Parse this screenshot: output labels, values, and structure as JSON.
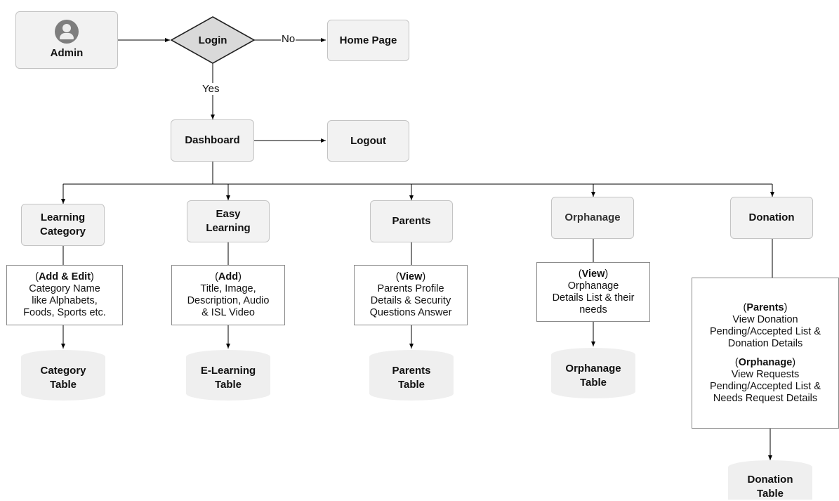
{
  "admin": {
    "label": "Admin",
    "icon": "user-avatar-icon"
  },
  "decision": {
    "label": "Login",
    "no_label": "No",
    "yes_label": "Yes"
  },
  "home": {
    "label": "Home Page"
  },
  "dashboard": {
    "label": "Dashboard"
  },
  "logout": {
    "label": "Logout"
  },
  "modules": {
    "learning_category": {
      "name": [
        "Learning",
        "Category"
      ],
      "action": "Add & Edit",
      "details": [
        "Category Name",
        "like Alphabets,",
        "Foods, Sports etc."
      ],
      "table": [
        "Category",
        "Table"
      ]
    },
    "easy_learning": {
      "name": [
        "Easy",
        "Learning"
      ],
      "action": "Add",
      "details": [
        "Title, Image,",
        "Description, Audio",
        "& ISL Video"
      ],
      "table": [
        "E-Learning",
        "Table"
      ]
    },
    "parents": {
      "name": [
        "Parents"
      ],
      "action": "View",
      "details": [
        "Parents Profile",
        "Details & Security",
        "Questions Answer"
      ],
      "table": [
        "Parents",
        "Table"
      ]
    },
    "orphanage": {
      "name": [
        "Orphanage"
      ],
      "action": "View",
      "details": [
        "Orphanage",
        "Details List & their",
        "needs"
      ],
      "table": [
        "Orphanage",
        "Table"
      ]
    },
    "donation": {
      "name": [
        "Donation"
      ],
      "parents_action": "Parents",
      "parents_details": [
        "View Donation",
        "Pending/Accepted List &",
        "Donation Details"
      ],
      "orphanage_action": "Orphanage",
      "orphanage_details": [
        "View Requests",
        "Pending/Accepted List &",
        "Needs Request Details"
      ],
      "table": [
        "Donation",
        "Table"
      ]
    }
  },
  "colors": {
    "node_fill": "#f2f2f2",
    "node_border": "#c4c4c4",
    "db_fill": "#efefef",
    "edge": "#000000",
    "diamond_fill": "#d9d9d9"
  }
}
